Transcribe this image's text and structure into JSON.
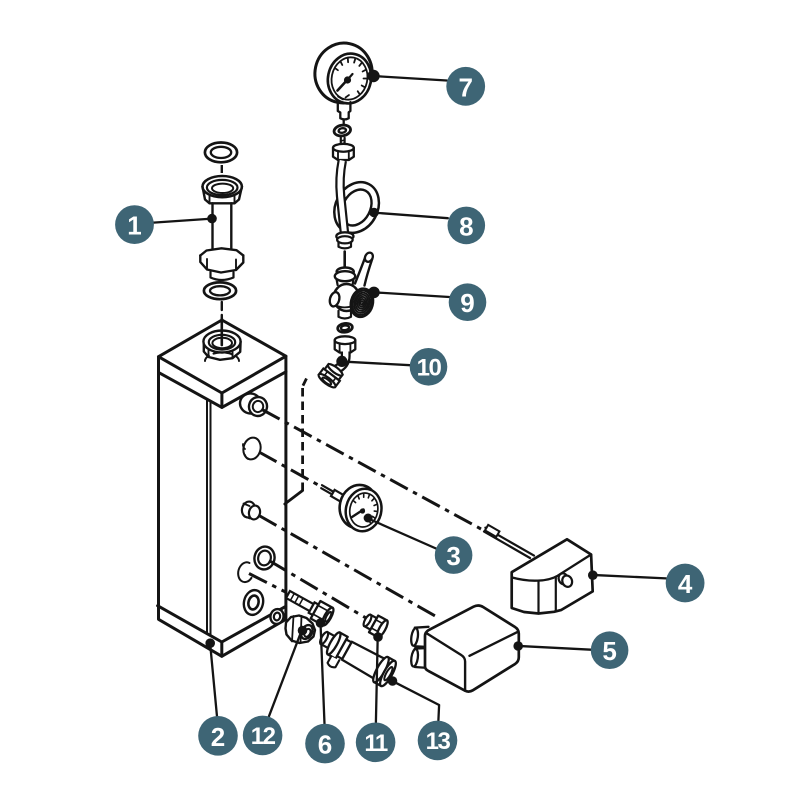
{
  "figure": {
    "type": "exploded-parts-diagram",
    "description": "exploded view line drawing of a tank assembly with numbered part callouts",
    "background_color": "#ffffff",
    "line_color": "#141414",
    "callout_fill_color": "#3e6575",
    "callout_number_color": "#ffffff"
  },
  "callouts": [
    {
      "number": "1"
    },
    {
      "number": "2"
    },
    {
      "number": "3"
    },
    {
      "number": "4"
    },
    {
      "number": "5"
    },
    {
      "number": "6"
    },
    {
      "number": "7"
    },
    {
      "number": "8"
    },
    {
      "number": "9"
    },
    {
      "number": "10"
    },
    {
      "number": "11"
    },
    {
      "number": "12"
    },
    {
      "number": "13"
    }
  ]
}
